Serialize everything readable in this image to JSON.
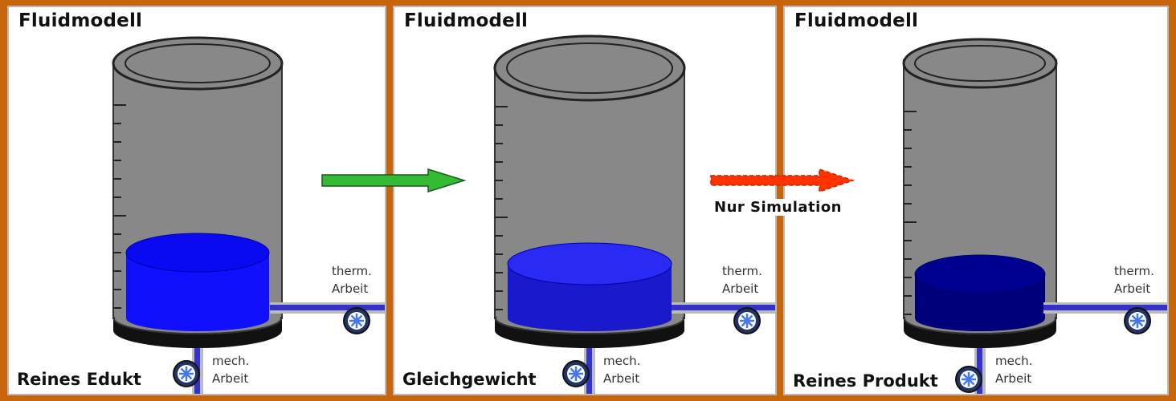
{
  "panels": [
    {
      "title": "Fluidmodell",
      "caption": "Reines Edukt",
      "thermal_label_1": "therm.",
      "thermal_label_2": "Arbeit",
      "mech_label_1": "mech.",
      "mech_label_2": "Arbeit",
      "liquid_color": "#1010ff",
      "liquid_top_color": "#0a0af0"
    },
    {
      "title": "Fluidmodell",
      "caption": "Gleichgewicht",
      "thermal_label_1": "therm.",
      "thermal_label_2": "Arbeit",
      "mech_label_1": "mech.",
      "mech_label_2": "Arbeit",
      "liquid_color": "#1a1acc",
      "liquid_top_color": "#2a2af5"
    },
    {
      "title": "Fluidmodell",
      "caption": "Reines Produkt",
      "thermal_label_1": "therm.",
      "thermal_label_2": "Arbeit",
      "mech_label_1": "mech.",
      "mech_label_2": "Arbeit",
      "liquid_color": "#00007a",
      "liquid_top_color": "#000090"
    }
  ],
  "arrows": {
    "step1_color": "#33bb33",
    "step2_color": "#ff3300",
    "step2_label": "Nur Simulation"
  },
  "colors": {
    "frame": "#c8640a",
    "tank_gray": "#888888",
    "pipe_blue": "#3333cc"
  }
}
